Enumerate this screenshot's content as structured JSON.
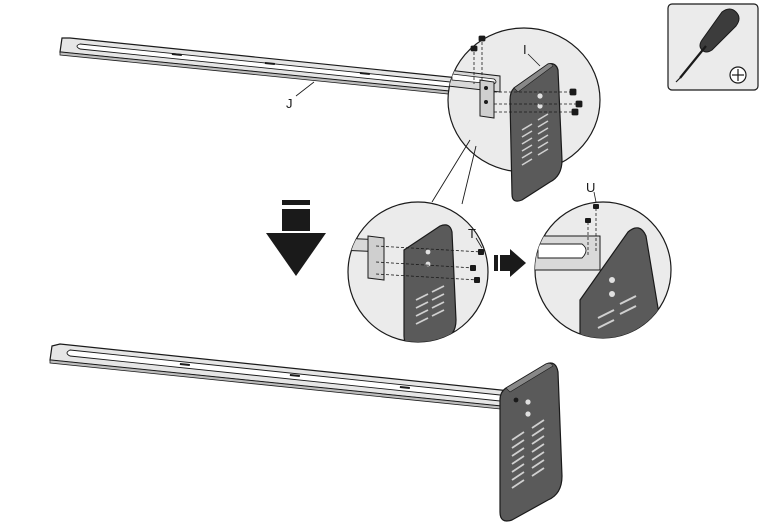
{
  "labels": {
    "rail": "J",
    "bracket": "I",
    "screw_t": "T",
    "screw_u": "U"
  },
  "tool": {
    "icon": "phillips-screwdriver-icon",
    "bit": "phillips-head-icon"
  },
  "colors": {
    "line": "#1a1a1a",
    "plate": "#5a5a5a",
    "plate_dark": "#3c3c3c",
    "rail": "#d9d9d9",
    "arrow": "#1a1a1a",
    "inset_bg": "#ebebeb",
    "tool_bg": "#ebebeb"
  }
}
